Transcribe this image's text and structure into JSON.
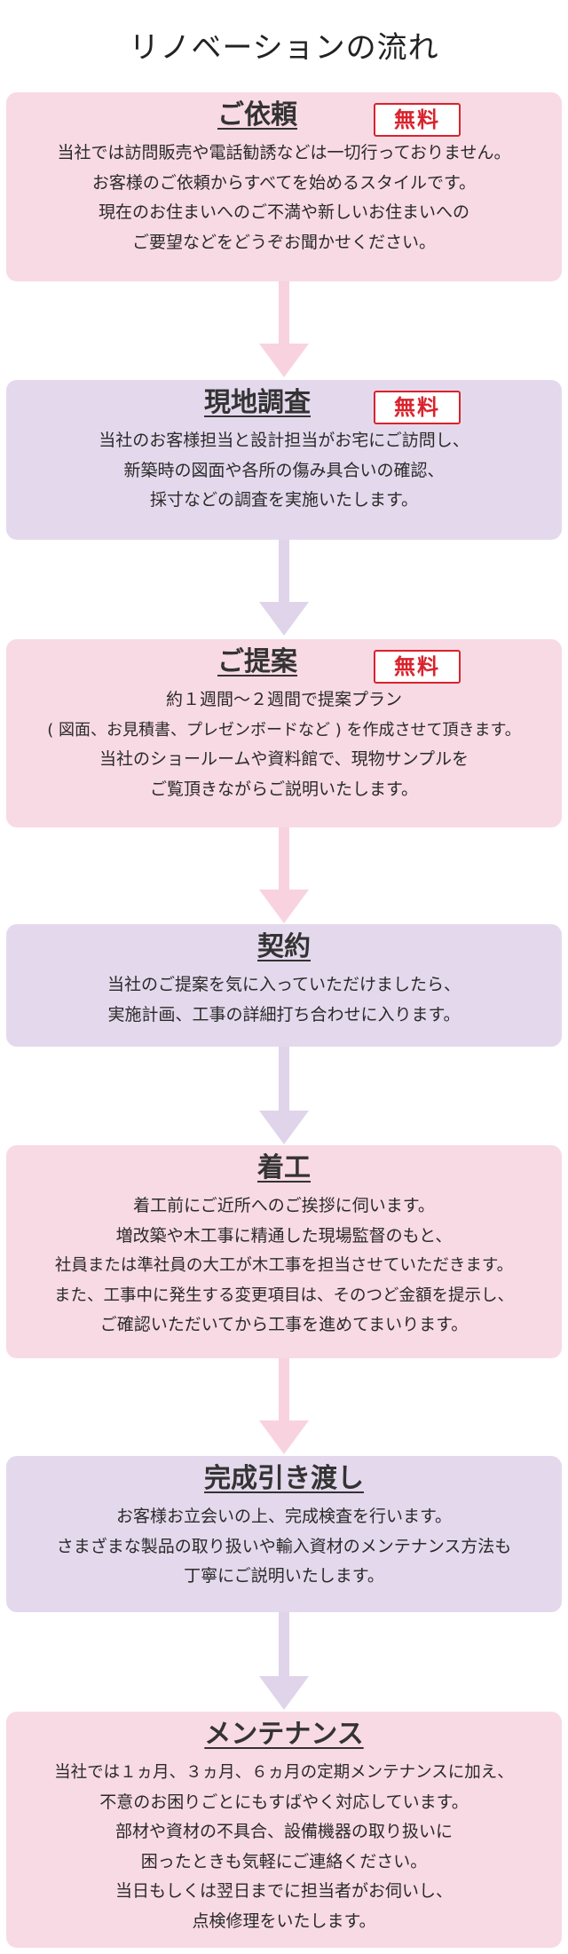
{
  "page_title": "リノベーションの流れ",
  "badge_label": "無料",
  "steps": [
    {
      "title": "ご依頼",
      "lines": [
        "当社では訪問販売や電話勧誘などは一切行っておりません。",
        "お客様のご依頼からすべてを始めるスタイルです。",
        "現在のお住まいへのご不満や新しいお住まいへの",
        "ご要望などをどうぞお聞かせください。"
      ]
    },
    {
      "title": "現地調査",
      "lines": [
        "当社のお客様担当と設計担当がお宅にご訪問し、",
        "新築時の図面や各所の傷み具合いの確認、",
        "採寸などの調査を実施いたします。"
      ]
    },
    {
      "title": "ご提案",
      "lines": [
        "約１週間〜２週間で提案プラン",
        "( 図面、お見積書、プレゼンボードなど ) を作成させて頂きます。",
        "当社のショールームや資料館で、現物サンプルを",
        "ご覧頂きながらご説明いたします。"
      ]
    },
    {
      "title": "契約",
      "lines": [
        "当社のご提案を気に入っていただけましたら、",
        "実施計画、工事の詳細打ち合わせに入ります。"
      ]
    },
    {
      "title": "着工",
      "lines": [
        "着工前にご近所へのご挨拶に伺います。",
        "増改築や木工事に精通した現場監督のもと、",
        "社員または準社員の大工が木工事を担当させていただきます。",
        "また、工事中に発生する変更項目は、そのつど金額を提示し、",
        "ご確認いただいてから工事を進めてまいります。"
      ]
    },
    {
      "title": "完成引き渡し",
      "lines": [
        "お客様お立会いの上、完成検査を行います。",
        "さまざまな製品の取り扱いや輸入資材のメンテナンス方法も",
        "丁寧にご説明いたします。"
      ]
    },
    {
      "title": "メンテナンス",
      "lines": [
        "当社では１ヵ月、３ヵ月、６ヵ月の定期メンテナンスに加え、",
        "不意のお困りごとにもすばやく対応しています。",
        "部材や資材の不具合、設備機器の取り扱いに",
        "困ったときも気軽にご連絡ください。",
        "当日もしくは翌日までに担当者がお伺いし、",
        "点検修理をいたします。"
      ]
    }
  ]
}
